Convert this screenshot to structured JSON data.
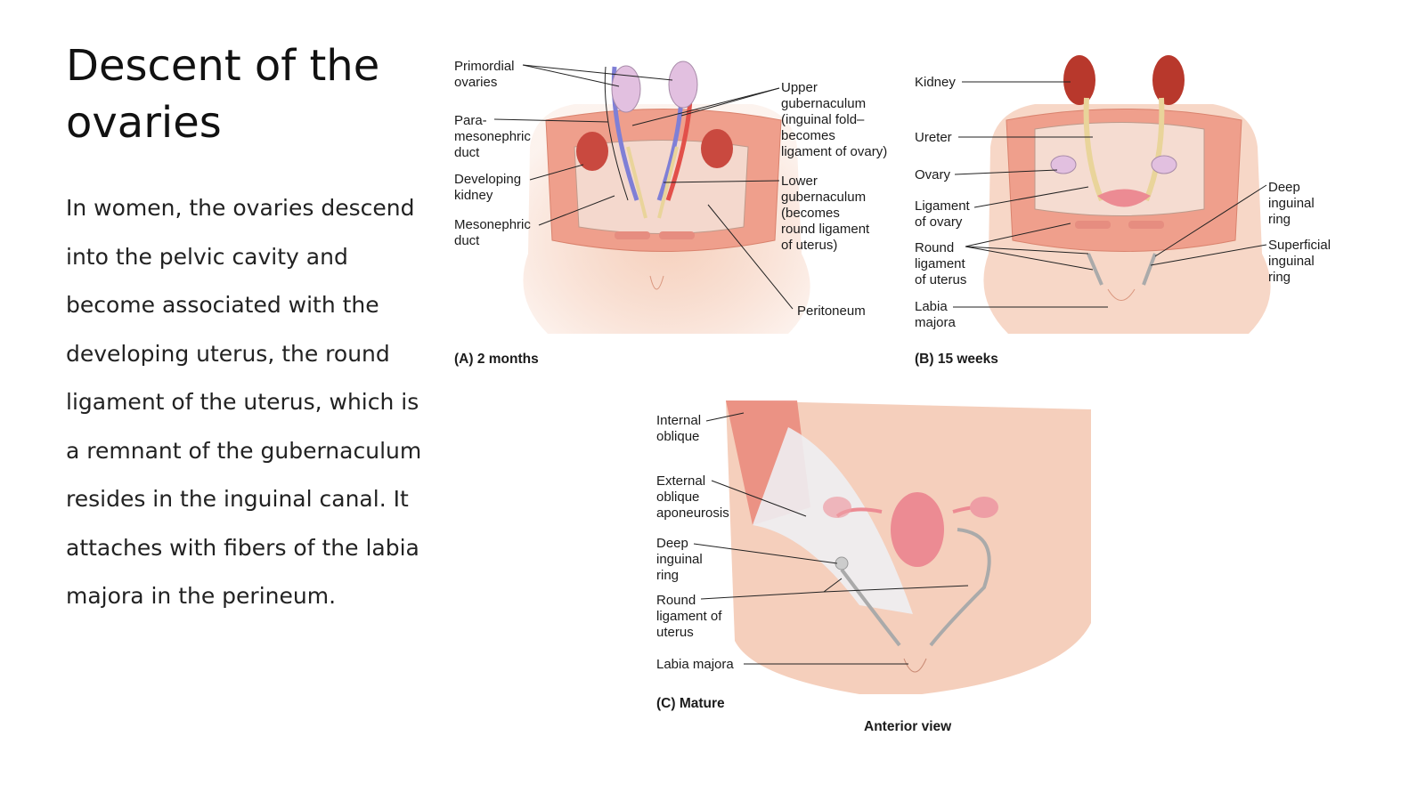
{
  "slide": {
    "title": "Descent of the ovaries",
    "body": "In women, the ovaries descend into the pelvic cavity and become associated with the developing uterus,  the round ligament of the uterus, which is a remnant of the gubernaculum resides in the inguinal canal. It attaches with fibers of the labia majora in the perineum."
  },
  "figure_a": {
    "caption": "(A) 2 months",
    "labels": {
      "primordial_ovaries": [
        "Primordial",
        "ovaries"
      ],
      "paramesonephric_duct": [
        "Para-",
        "mesonephric",
        "duct"
      ],
      "developing_kidney": [
        "Developing",
        "kidney"
      ],
      "mesonephric_duct": [
        "Mesonephric",
        "duct"
      ],
      "upper_gubernaculum": [
        "Upper",
        "gubernaculum",
        "(inguinal fold–",
        "becomes",
        "ligament of ovary)"
      ],
      "lower_gubernaculum": [
        "Lower",
        "gubernaculum",
        "(becomes",
        "round ligament",
        "of uterus)"
      ],
      "peritoneum": [
        "Peritoneum"
      ]
    }
  },
  "figure_b": {
    "caption": "(B) 15 weeks",
    "labels": {
      "kidney": [
        "Kidney"
      ],
      "ureter": [
        "Ureter"
      ],
      "ovary": [
        "Ovary"
      ],
      "ligament_of_ovary": [
        "Ligament",
        "of ovary"
      ],
      "round_ligament": [
        "Round",
        "ligament",
        "of uterus"
      ],
      "labia_majora": [
        "Labia",
        "majora"
      ],
      "deep_inguinal_ring": [
        "Deep",
        "inguinal",
        "ring"
      ],
      "superficial_inguinal_ring": [
        "Superficial",
        "inguinal",
        "ring"
      ]
    }
  },
  "figure_c": {
    "caption": "(C) Mature",
    "view": "Anterior view",
    "labels": {
      "internal_oblique": [
        "Internal",
        "oblique"
      ],
      "external_oblique_aponeurosis": [
        "External",
        "oblique",
        "aponeurosis"
      ],
      "deep_inguinal_ring": [
        "Deep",
        "inguinal",
        "ring"
      ],
      "round_ligament": [
        "Round",
        "ligament of",
        "uterus"
      ],
      "labia_majora": [
        "Labia majora"
      ]
    }
  },
  "colors": {
    "skin": "#f2c6b0",
    "skin_dark": "#e2a38a",
    "muscle": "#e9877a",
    "ureter": "#e9d49a",
    "artery": "#e2504a",
    "vein": "#7f7fd6",
    "ovary": "#e2c0e0",
    "uterus": "#ec8b93"
  }
}
